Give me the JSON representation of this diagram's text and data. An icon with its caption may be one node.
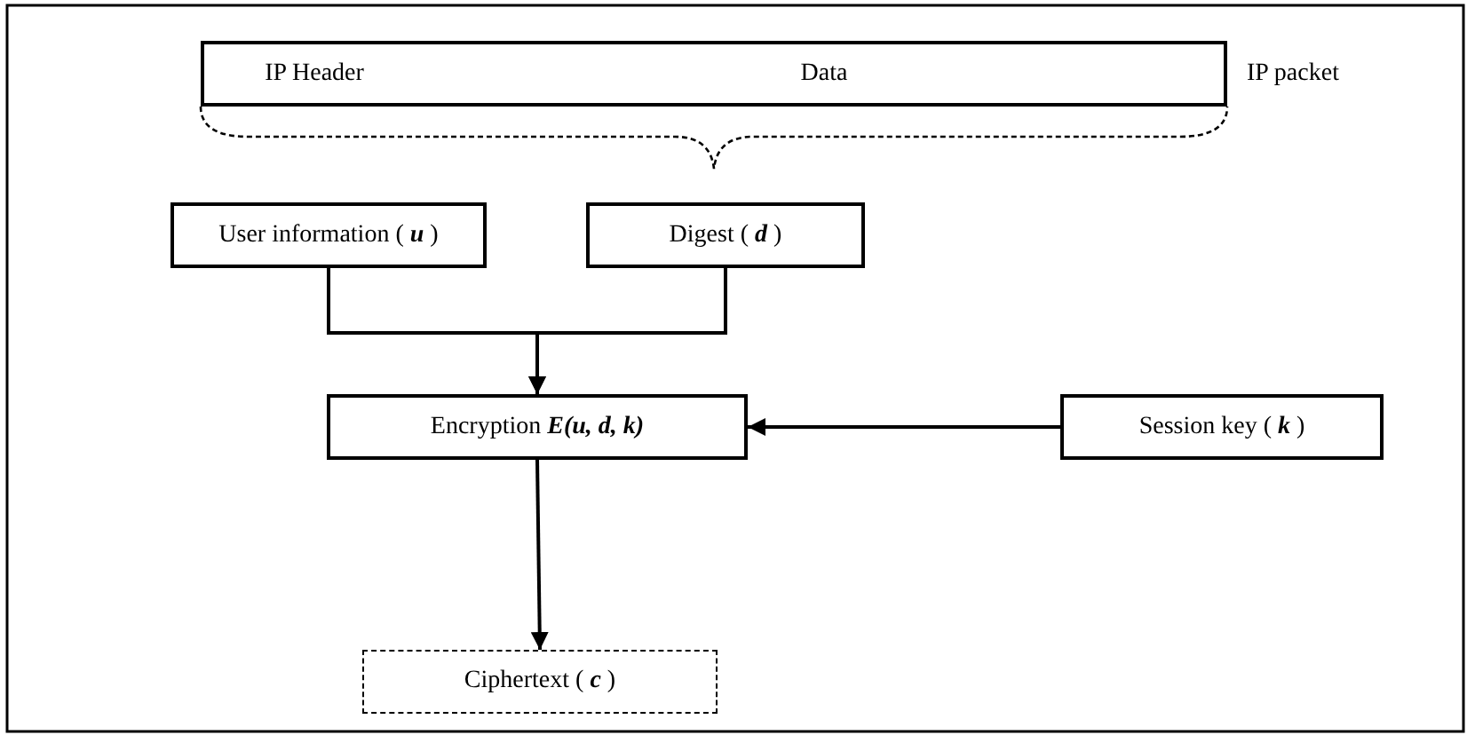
{
  "diagram": {
    "nodes": [
      {
        "text": [
          "IP Header"
        ]
      },
      {
        "text": [
          "Data"
        ]
      },
      {
        "text": [
          "User information ( **u** )"
        ]
      },
      {
        "text": [
          "Digest ( **d** )"
        ]
      },
      {
        "text": [
          "Encryption **E(u, d, k)**"
        ]
      },
      {
        "text": [
          "Session key ( **k** )"
        ]
      },
      {
        "text": [
          "Ciphertext ( **c** )"
        ]
      }
    ],
    "edges": [
      {
        "from": 2,
        "to": 4,
        "arrow": "to"
      },
      {
        "from": 3,
        "to": 4,
        "arrow": "to"
      },
      {
        "from": 5,
        "to": 4,
        "arrow": "to"
      },
      {
        "from": 4,
        "to": 6,
        "arrow": "to"
      }
    ],
    "labels": [
      "IP packet"
    ]
  }
}
